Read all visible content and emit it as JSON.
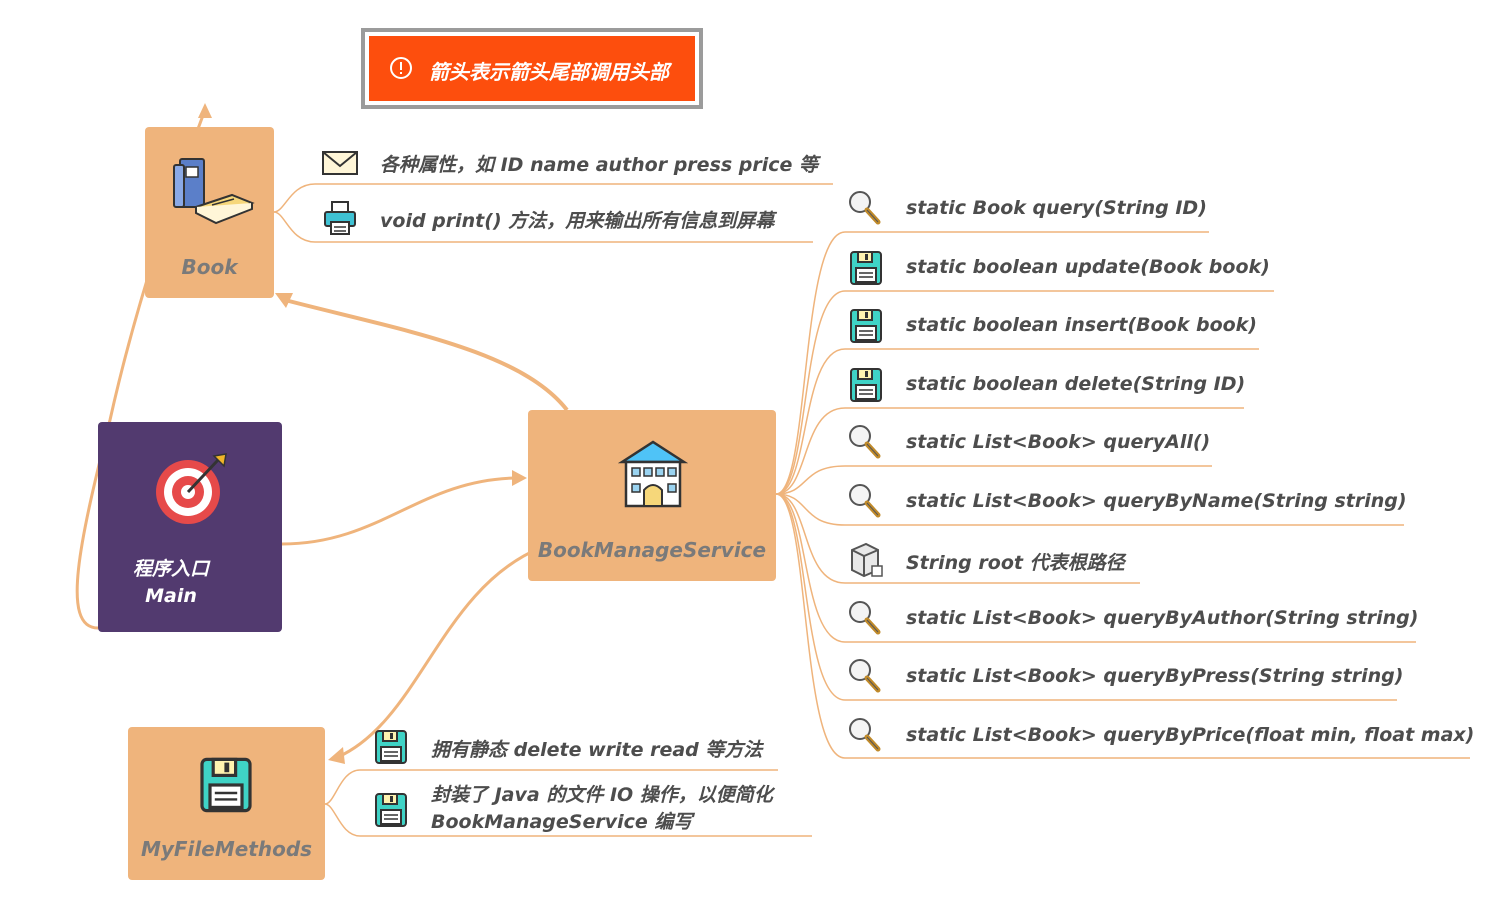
{
  "banner": {
    "text": "箭头表示箭头尾部调用头部",
    "icon": "alert-icon"
  },
  "nodes": {
    "book": {
      "label": "Book",
      "icon": "books-icon"
    },
    "main": {
      "label_line1": "程序入口",
      "label_line2": "Main",
      "icon": "target-icon"
    },
    "service": {
      "label": "BookManageService",
      "icon": "building-icon"
    },
    "files": {
      "label": "MyFileMethods",
      "icon": "floppy-disk-icon"
    }
  },
  "book_children": [
    {
      "icon": "envelope-icon",
      "text": "各种属性，如 ID name author press price 等"
    },
    {
      "icon": "printer-icon",
      "text": "void print() 方法，用来输出所有信息到屏幕"
    }
  ],
  "service_children": [
    {
      "icon": "magnifier-icon",
      "text": "static Book query(String ID)"
    },
    {
      "icon": "floppy-disk-icon",
      "text": "static boolean update(Book book)"
    },
    {
      "icon": "floppy-disk-icon",
      "text": "static boolean insert(Book book)"
    },
    {
      "icon": "floppy-disk-icon",
      "text": "static boolean delete(String ID)"
    },
    {
      "icon": "magnifier-icon",
      "text": "static List<Book> queryAll()"
    },
    {
      "icon": "magnifier-icon",
      "text": "static List<Book> queryByName(String string)"
    },
    {
      "icon": "cube-icon",
      "text": "String root 代表根路径"
    },
    {
      "icon": "magnifier-icon",
      "text": "static List<Book> queryByAuthor(String string)"
    },
    {
      "icon": "magnifier-icon",
      "text": "static List<Book> queryByPress(String string)"
    },
    {
      "icon": "magnifier-icon",
      "text": "static List<Book> queryByPrice(float min, float max)"
    }
  ],
  "files_children": [
    {
      "icon": "floppy-disk-icon",
      "text": "拥有静态 delete write read 等方法"
    },
    {
      "icon": "floppy-disk-icon",
      "text_line1": "封装了 Java 的文件 IO 操作，以便简化",
      "text_line2": "BookManageService 编写"
    }
  ],
  "colors": {
    "node": "#efb47c",
    "main": "#523a6f",
    "banner": "#fd4e0d",
    "line": "#efb47c"
  }
}
